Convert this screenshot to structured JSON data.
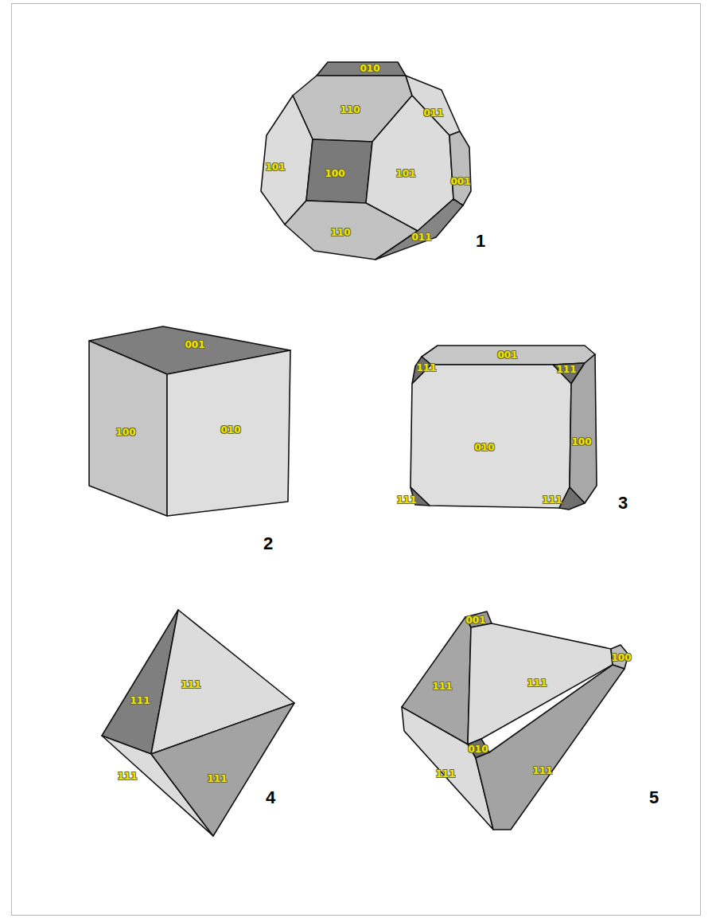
{
  "diagram": {
    "labels": [
      "010",
      "110",
      "011",
      "101",
      "100",
      "101",
      "001",
      "110",
      "011",
      "1",
      "001",
      "100",
      "010",
      "2",
      "001",
      "111",
      "111",
      "010",
      "100",
      "111",
      "111",
      "3",
      "111",
      "111",
      "111",
      "111",
      "4",
      "001",
      "111",
      "111",
      "100",
      "010",
      "111",
      "111",
      "5"
    ]
  }
}
